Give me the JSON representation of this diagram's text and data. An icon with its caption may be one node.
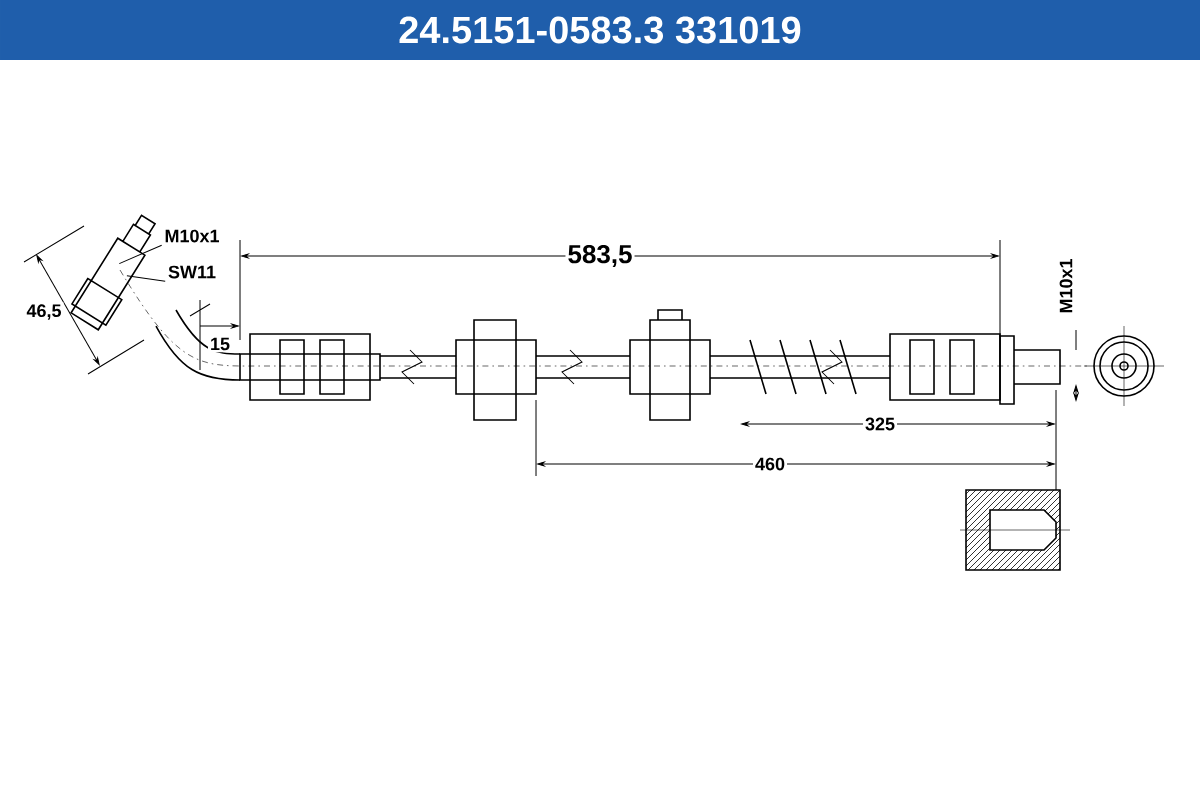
{
  "diagram": {
    "title": "24.5151-0583.3 331019",
    "nodes": [
      {
        "text": [
          "M10x1"
        ]
      },
      {
        "text": [
          "SW11"
        ]
      },
      {
        "text": [],
        "shape": "picture"
      }
    ],
    "edges": [
      {
        "from": 0,
        "to": 2,
        "arrow": "none"
      },
      {
        "from": 1,
        "to": 2,
        "arrow": "none"
      }
    ],
    "labels": [
      "583,5",
      "46,5",
      "15",
      "M10x1",
      "325",
      "460"
    ]
  }
}
